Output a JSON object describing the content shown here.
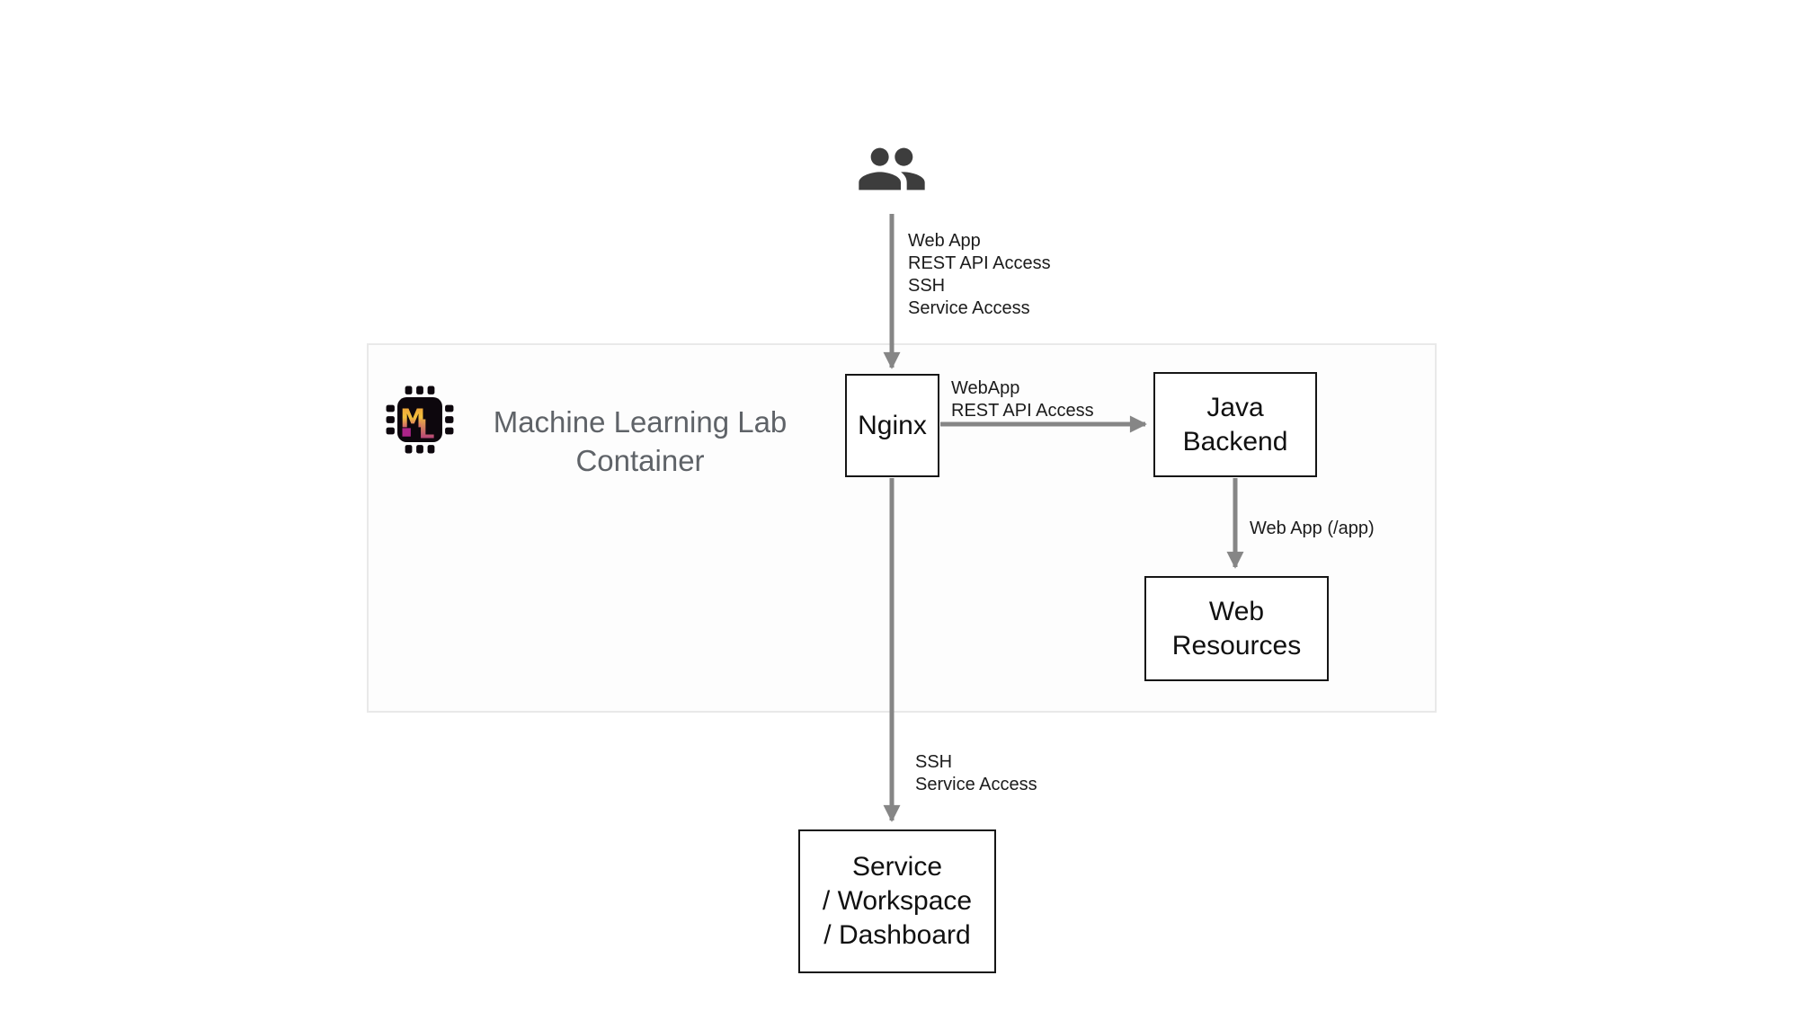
{
  "diagram": {
    "type": "architecture-diagram",
    "background": "#ffffff"
  },
  "actors": {
    "users": {
      "icon": "people-icon"
    }
  },
  "container": {
    "icon": "ml-chip-icon",
    "title_lines": [
      "Machine Learning Lab",
      "Container"
    ]
  },
  "nodes": {
    "nginx": {
      "lines": [
        "Nginx"
      ]
    },
    "java_backend": {
      "lines": [
        "Java",
        "Backend"
      ]
    },
    "web_resources": {
      "lines": [
        "Web",
        "Resources"
      ]
    },
    "service": {
      "lines": [
        "Service",
        "/ Workspace",
        "/ Dashboard"
      ]
    }
  },
  "edges": [
    {
      "id": "users-to-nginx",
      "from": "users",
      "to": "nginx",
      "label_lines": [
        "Web App",
        "REST API Access",
        "SSH",
        "Service Access"
      ]
    },
    {
      "id": "nginx-to-java",
      "from": "nginx",
      "to": "java_backend",
      "label_lines": [
        "WebApp",
        "REST API Access"
      ]
    },
    {
      "id": "java-to-webresources",
      "from": "java_backend",
      "to": "web_resources",
      "label_lines": [
        "Web App (/app)"
      ]
    },
    {
      "id": "nginx-to-service",
      "from": "nginx",
      "to": "service",
      "label_lines": [
        "SSH",
        "Service Access"
      ]
    }
  ],
  "colors": {
    "arrow": "#868686",
    "node_border": "#161616",
    "node_text": "#111111",
    "container_border": "#e9e9e9",
    "container_fill": "#fdfdfd",
    "title_text": "#5f6368",
    "label_text": "#1b1b1b",
    "users_icon": "#3d3d3d",
    "chip_body": "#0d070d",
    "brand_orange": "#ed9a38",
    "brand_yellow": "#f2c13c",
    "brand_magenta": "#b9268c"
  }
}
